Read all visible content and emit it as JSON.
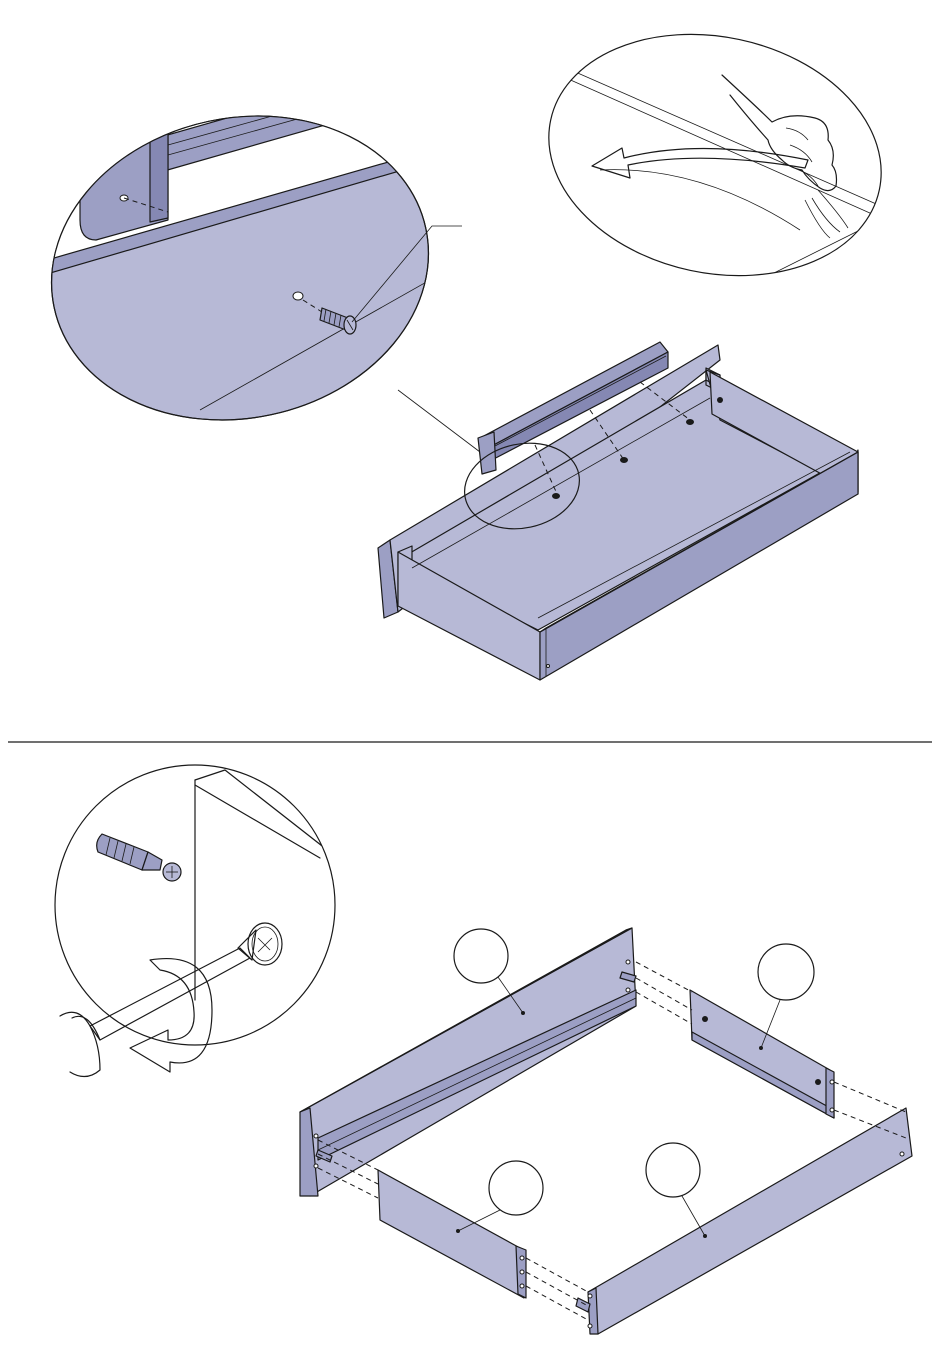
{
  "colors": {
    "panel_face": "#b7b9d6",
    "panel_edge": "#9c9fc4",
    "panel_dark": "#8588b3",
    "line": "#1a1a1a",
    "background": "#ffffff"
  },
  "steps": [
    {
      "icon": "screw-insertion-detail"
    },
    {
      "icon": "peel-protective-film-detail"
    },
    {
      "icon": "drawer-with-slide-rail"
    },
    {
      "icon": "screwdriver-cam-lock-detail"
    },
    {
      "icon": "drawer-box-exploded-assembly"
    }
  ]
}
